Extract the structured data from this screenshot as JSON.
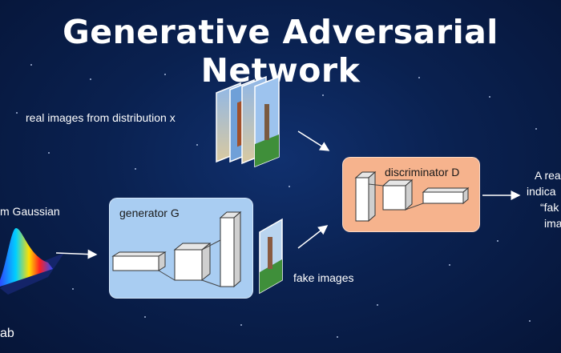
{
  "title": "Generative Adversarial Network",
  "labels": {
    "real_images": "real images from distribution x",
    "gaussian": "m Gaussian",
    "fake_images": "fake images",
    "output_line1": "A rea",
    "output_line2": "indica",
    "output_line3": "“fak",
    "output_line4": "ima",
    "corner": "ab"
  },
  "generator": {
    "label": "generator G",
    "color": "#a9cdf2"
  },
  "discriminator": {
    "label": "discriminator D",
    "color": "#f6b38d"
  },
  "colors": {
    "background": "#0a2150",
    "arrow": "#ffffff"
  }
}
